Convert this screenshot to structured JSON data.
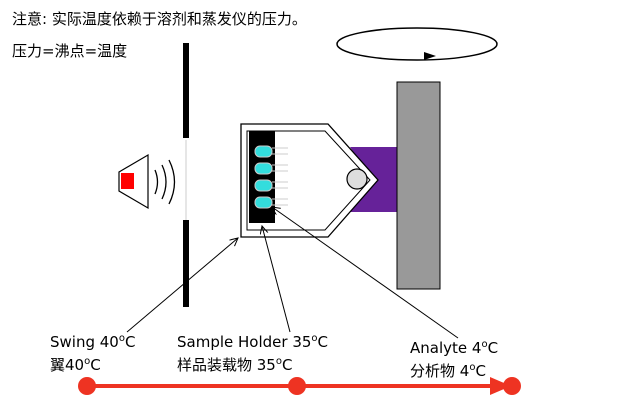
{
  "notes": {
    "line1": "注意: 实际温度依赖于溶剂和蒸发仪的压力。",
    "line2": "压力=沸点=温度"
  },
  "labels": {
    "swing_en": "Swing 40",
    "swing_zh": "翼40",
    "sample_holder_en": "Sample Holder 35",
    "sample_holder_zh": "样品装载物 35",
    "analyte_en": "Analyte 4",
    "analyte_zh": "分析物 4",
    "deg_sup": "o",
    "deg_unit": "C"
  },
  "colors": {
    "heat_arrow": "#ee3322",
    "purple_arm": "#662299",
    "rotor": "#999999",
    "vial": "#33dddd",
    "source": "#ff0000"
  },
  "icons": [
    "rotation-arrow-icon",
    "heat-source-icon",
    "sound-wave-icon",
    "heat-flow-arrow-icon"
  ]
}
